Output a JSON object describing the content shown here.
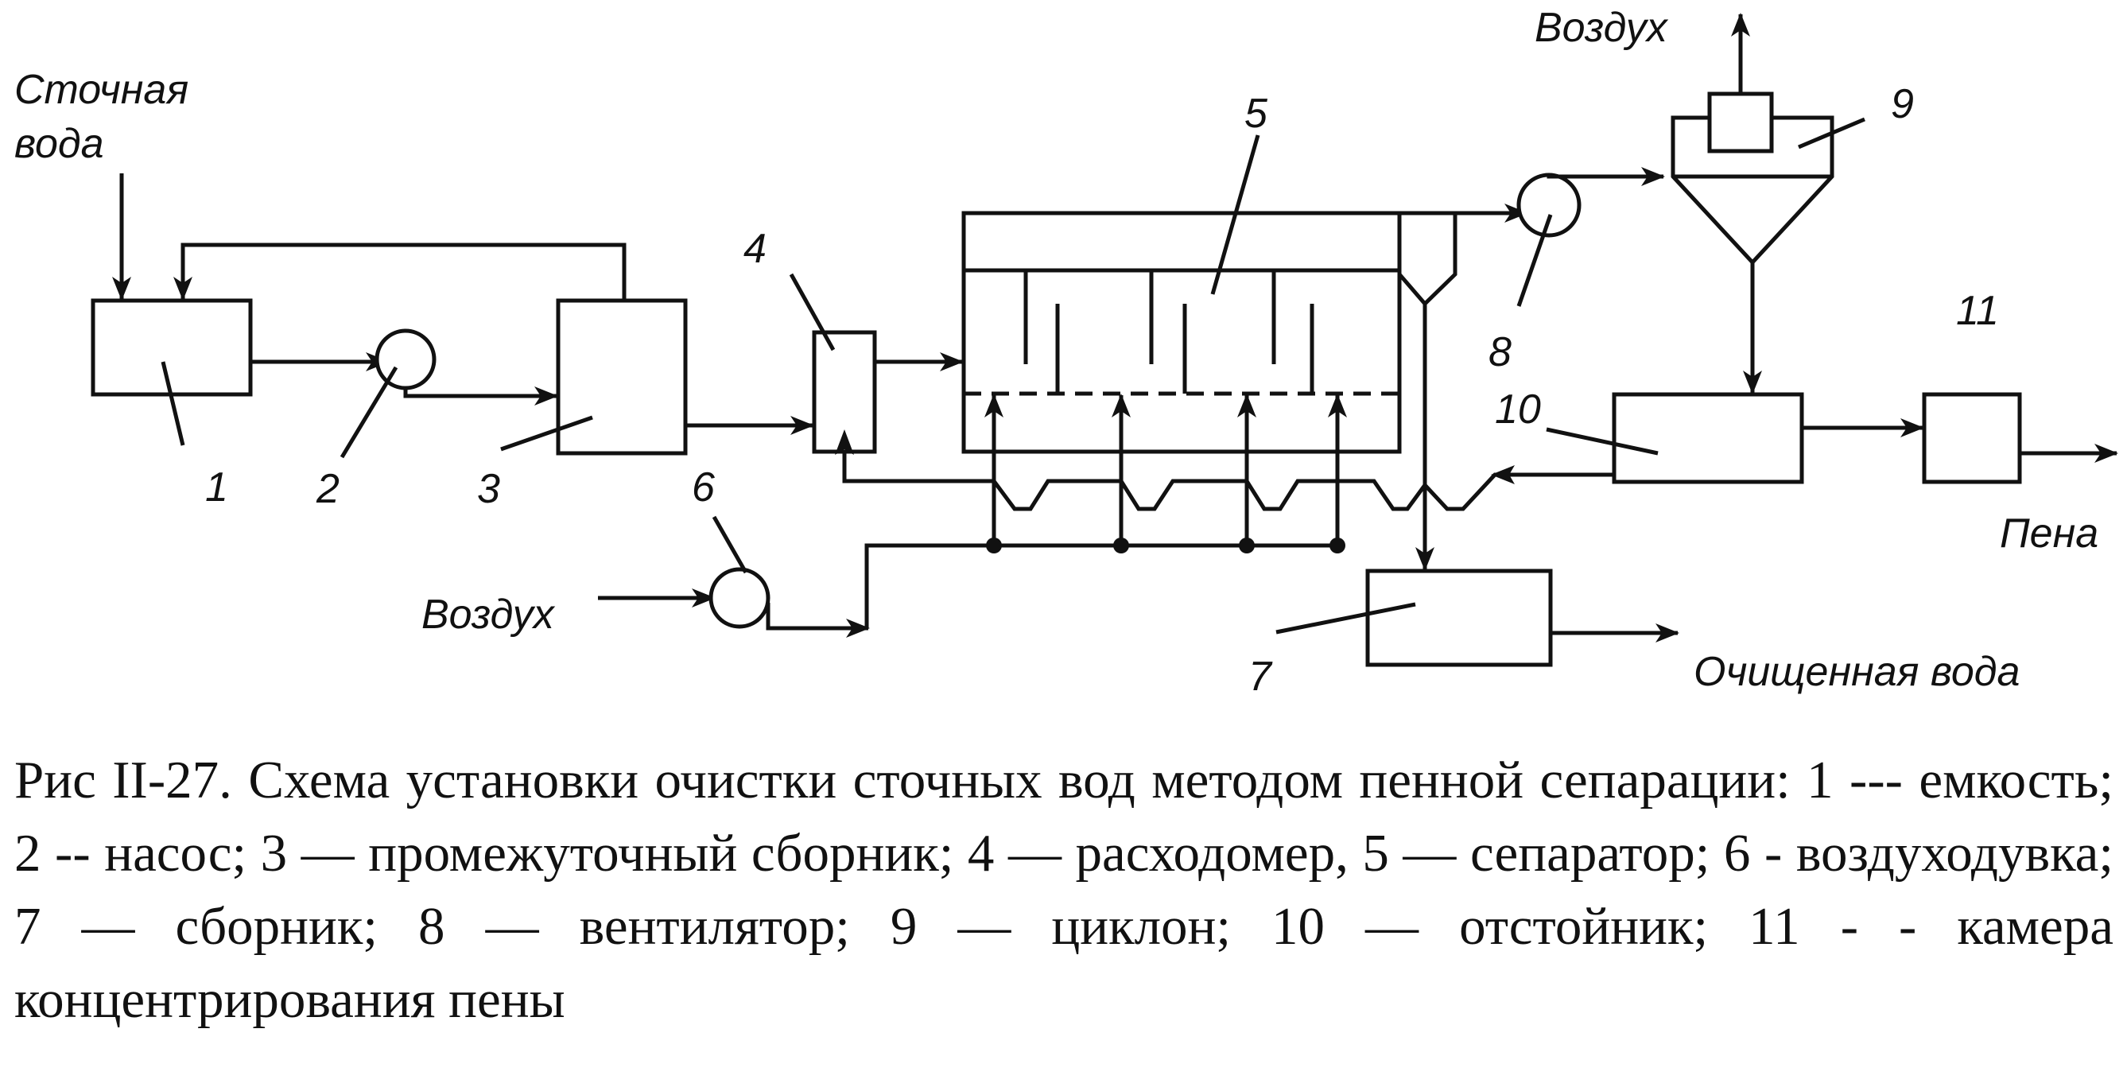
{
  "labels": {
    "wastewater_line1": "Сточная",
    "wastewater_line2": "вода",
    "air_in": "Воздух",
    "air_out": "Воздух",
    "foam": "Пена",
    "clean_water": "Очищенная вода"
  },
  "numbers": [
    "1",
    "2",
    "3",
    "4",
    "5",
    "6",
    "7",
    "8",
    "9",
    "10",
    "11"
  ],
  "caption": "Рис  II-27. Схема установки очистки сточных вод методом пенной сепарации: 1 --- емкость; 2 -- насос; 3 — промежуточный сборник; 4 — расходомер, 5 — сепаратор; 6  - воздуходувка; 7 — сборник; 8 — вентилятор; 9 — циклон; 10 — отстойник; 11 - - камера концентрирования пены"
}
